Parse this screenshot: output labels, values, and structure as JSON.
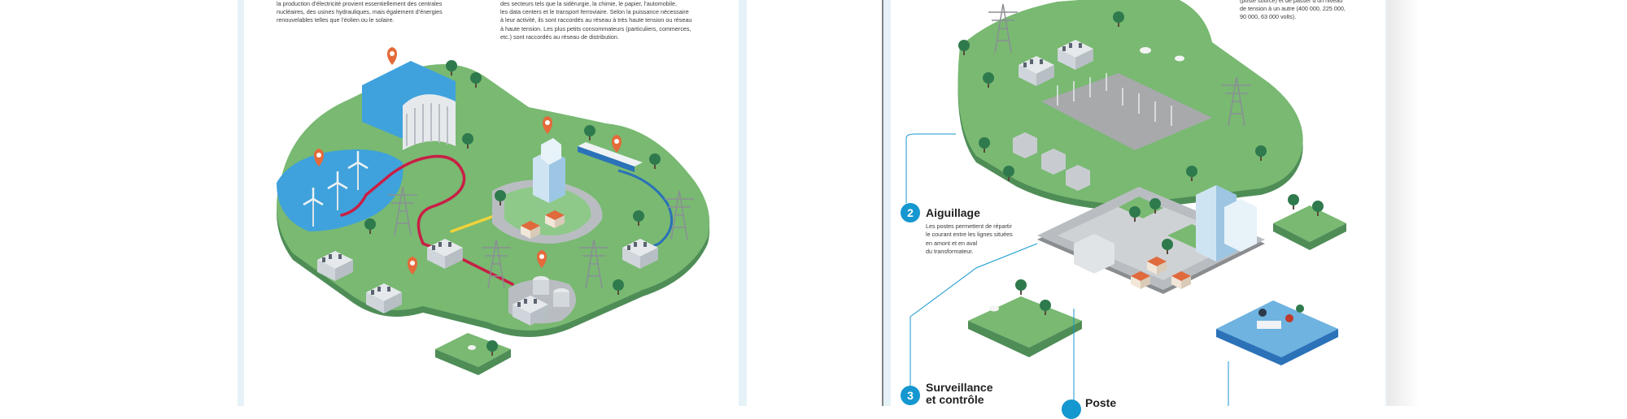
{
  "left_page": {
    "paragraph_left": "la production d’électricité provient essentiellement des centrales\nnucléaires, des usines hydrauliques, mais également d’énergies\nrenouvelables telles que l’éolien ou le solaire.",
    "paragraph_right": "des secteurs tels que la sidérurgie, la chimie, le papier, l’automobile,\nles data centers et le transport ferroviaire. Selon la puissance nécessaire\nà leur activité, ils sont raccordés au réseau à très haute tension ou réseau\nà haute tension. Les plus petits consommateurs (particuliers, commerces,\netc.) sont raccordés au réseau de distribution."
  },
  "right_page": {
    "paragraph_top": "(poste source) et de passer d’un niveau\nde tension à un autre (400 000, 225 000,\n90 000, 63 000 volts).",
    "steps": [
      {
        "number": "2",
        "title": "Aiguillage",
        "description": "Les postes permettent de répartir\nle courant entre les lignes situées\nen amont et en aval\ndu transformateur."
      },
      {
        "number": "3",
        "title": "Surveillance\net contrôle"
      },
      {
        "title": "Poste"
      }
    ]
  },
  "colors": {
    "accent": "#1597cf",
    "grass": "#79b972",
    "grass_edge": "#4f8d57",
    "water": "#3fa2dc",
    "road": "#b9bdc1",
    "power_line": "#c81f45",
    "page_edge": "#e6f2f8"
  },
  "icons": [
    "location-pin-icon",
    "wind-turbine-icon",
    "pylon-icon",
    "building-icon",
    "house-icon",
    "tree-icon",
    "cow-icon",
    "train-icon",
    "factory-icon",
    "dam-icon",
    "transformer-icon",
    "people-icon"
  ]
}
